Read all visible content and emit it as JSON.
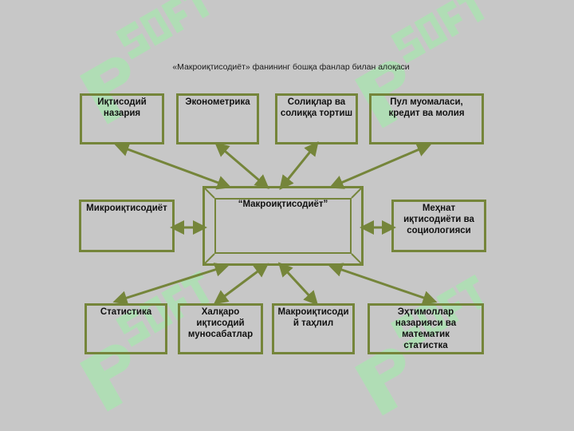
{
  "title": "«Макроиқтисодиёт» фанининг бошқа фанлар билан алоқаси",
  "center": {
    "label": "“Макроиқтисодиёт”"
  },
  "boxes": {
    "b1": {
      "lines": [
        "Иқтисодий",
        "назария"
      ]
    },
    "b2": {
      "lines": [
        "Эконометрика"
      ]
    },
    "b3": {
      "lines": [
        "Солиқлар ва",
        "солиққа тортиш"
      ]
    },
    "b4": {
      "lines": [
        "Пул муомаласи,",
        "кредит ва молия"
      ]
    },
    "b5": {
      "lines": [
        "Микроиқтисодиёт"
      ]
    },
    "b6": {
      "lines": [
        "Меҳнат",
        "иқтисодиёти ва",
        "социологияси"
      ]
    },
    "b7": {
      "lines": [
        "Статистика"
      ]
    },
    "b8": {
      "lines": [
        "Халқаро",
        "иқтисодий",
        "муносабатлар"
      ]
    },
    "b9": {
      "lines": [
        "Макроиқтисоди",
        "й таҳлил"
      ]
    },
    "b10": {
      "lines": [
        "Эҳтимоллар",
        "назарияси ва",
        "математик",
        "статистка"
      ]
    }
  },
  "watermark": {
    "text": "SOFT"
  },
  "colors": {
    "background": "#c7c7c7",
    "border": "#75853a",
    "watermark": "#a8f0b0"
  }
}
